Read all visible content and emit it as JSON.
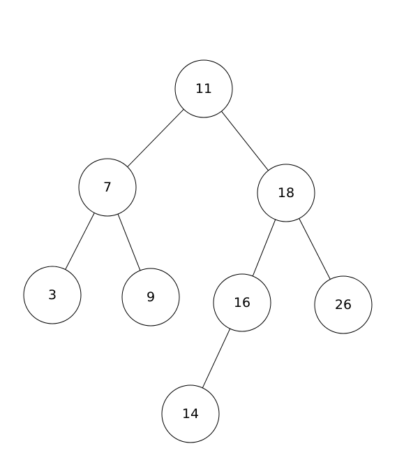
{
  "tree": {
    "nodes": [
      {
        "id": "n11",
        "label": "11"
      },
      {
        "id": "n7",
        "label": "7"
      },
      {
        "id": "n18",
        "label": "18"
      },
      {
        "id": "n3",
        "label": "3"
      },
      {
        "id": "n9",
        "label": "9"
      },
      {
        "id": "n16",
        "label": "16"
      },
      {
        "id": "n26",
        "label": "26"
      },
      {
        "id": "n14",
        "label": "14"
      }
    ],
    "edges": [
      {
        "from": "n11",
        "to": "n7"
      },
      {
        "from": "n11",
        "to": "n18"
      },
      {
        "from": "n7",
        "to": "n3"
      },
      {
        "from": "n7",
        "to": "n9"
      },
      {
        "from": "n18",
        "to": "n16"
      },
      {
        "from": "n18",
        "to": "n26"
      },
      {
        "from": "n16",
        "to": "n14"
      }
    ]
  }
}
